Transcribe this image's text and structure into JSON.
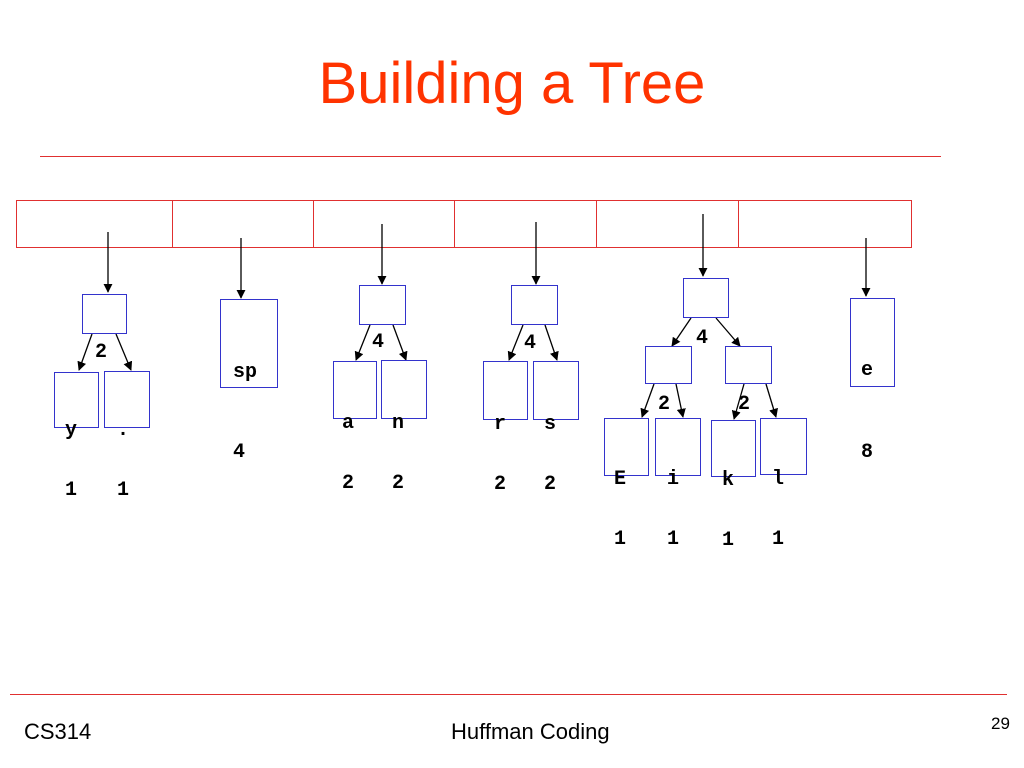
{
  "slide": {
    "title": "Building a Tree",
    "footer_left": "CS314",
    "footer_center": "Huffman Coding",
    "page_number": "29"
  },
  "colors": {
    "title": "#ff3300",
    "rule": "#e03030",
    "node_border": "#3333cc",
    "text": "#000000"
  },
  "queue": {
    "slot_count": 6
  },
  "trees": [
    {
      "root": "2",
      "children": [
        {
          "char": "y",
          "freq": "1"
        },
        {
          "char": ".",
          "freq": "1"
        }
      ]
    },
    {
      "root_char": "sp",
      "root": "4"
    },
    {
      "root": "4",
      "children": [
        {
          "char": "a",
          "freq": "2"
        },
        {
          "char": "n",
          "freq": "2"
        }
      ]
    },
    {
      "root": "4",
      "children": [
        {
          "char": "r",
          "freq": "2"
        },
        {
          "char": "s",
          "freq": "2"
        }
      ]
    },
    {
      "root": "4",
      "children": [
        {
          "freq": "2",
          "children": [
            {
              "char": "E",
              "freq": "1"
            },
            {
              "char": "i",
              "freq": "1"
            }
          ]
        },
        {
          "freq": "2",
          "children": [
            {
              "char": "k",
              "freq": "1"
            },
            {
              "char": "l",
              "freq": "1"
            }
          ]
        }
      ]
    },
    {
      "root_char": "e",
      "root": "8"
    }
  ]
}
